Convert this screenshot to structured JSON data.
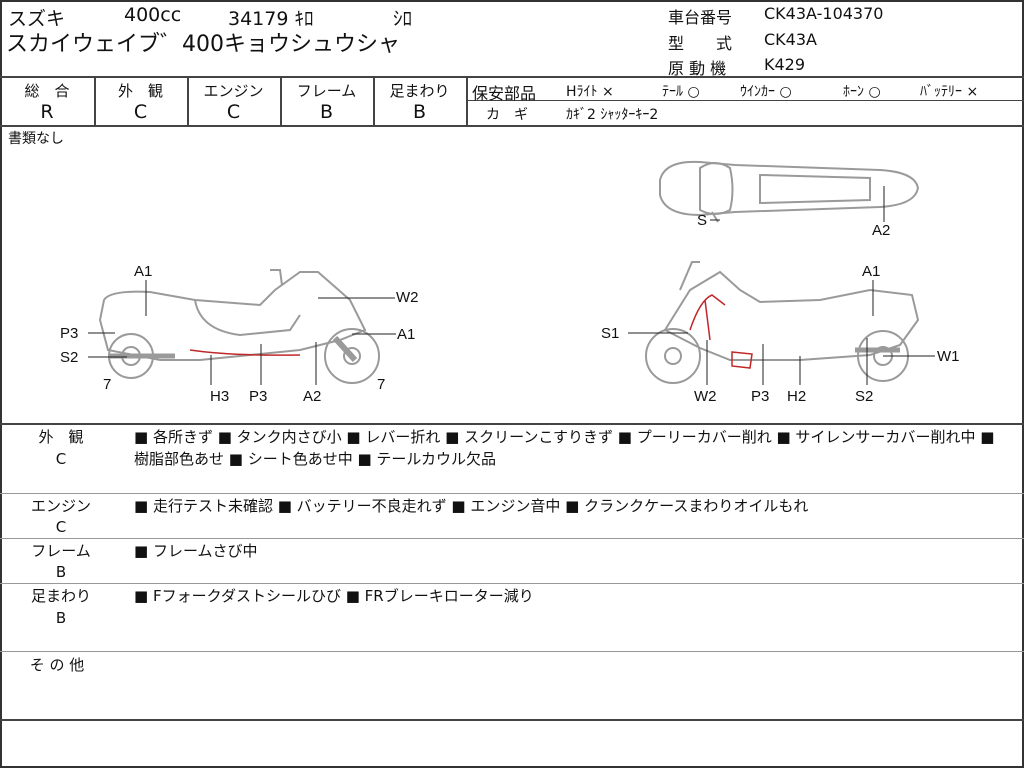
{
  "header": {
    "maker": "スズキ",
    "displacement": "400cc",
    "mileage": "34179 ｷﾛ",
    "color": "ｼﾛ",
    "model_name": "スカイウェイブ゛400キョウシュウシャ",
    "frame_no_label": "車台番号",
    "frame_no": "CK43A-104370",
    "type_label": "型　　式",
    "type": "CK43A",
    "engine_label": "原 動 機",
    "engine": "K429"
  },
  "grades": [
    {
      "label": "総　合",
      "value": "R"
    },
    {
      "label": "外　観",
      "value": "C"
    },
    {
      "label": "エンジン",
      "value": "C"
    },
    {
      "label": "フレーム",
      "value": "B"
    },
    {
      "label": "足まわり",
      "value": "B"
    }
  ],
  "safety": {
    "label": "保安部品",
    "items": [
      "Hﾗｲﾄ ×",
      "ﾃｰﾙ ○",
      "ｳｲﾝｶｰ ○",
      "ﾎｰﾝ ○",
      "ﾊﾞｯﾃﾘｰ ×"
    ]
  },
  "keys": {
    "label": "カ　ギ",
    "value": "ｶｷﾞ2 ｼｬｯﾀｰｷｰ2"
  },
  "documents": "書類なし",
  "diagram_labels": [
    "A1",
    "W2",
    "P3",
    "A1",
    "S2",
    "7",
    "H3",
    "P3",
    "A2",
    "7",
    "S",
    "A2",
    "A1",
    "S1",
    "W1",
    "W2",
    "P3",
    "H2",
    "S2"
  ],
  "comments": [
    {
      "category": "外　観",
      "grade": "C",
      "text": "■ 各所きず ■ タンク内さび小 ■ レバー折れ ■ スクリーンこすりきず ■ プーリーカバー削れ ■ サイレンサーカバー削れ中 ■ 樹脂部色あせ ■ シート色あせ中 ■ テールカウル欠品"
    },
    {
      "category": "エンジン",
      "grade": "C",
      "text": "■ 走行テスト未確認 ■ バッテリー不良走れず ■ エンジン音中 ■ クランクケースまわりオイルもれ"
    },
    {
      "category": "フレーム",
      "grade": "B",
      "text": "■ フレームさび中"
    },
    {
      "category": "足まわり",
      "grade": "B",
      "text": "■ Fフォークダストシールひび ■ FRブレーキローター減り"
    },
    {
      "category": "そ の 他",
      "grade": "",
      "text": ""
    }
  ],
  "colors": {
    "damage": "#c0282a",
    "drawing": "#9a9a9a"
  }
}
